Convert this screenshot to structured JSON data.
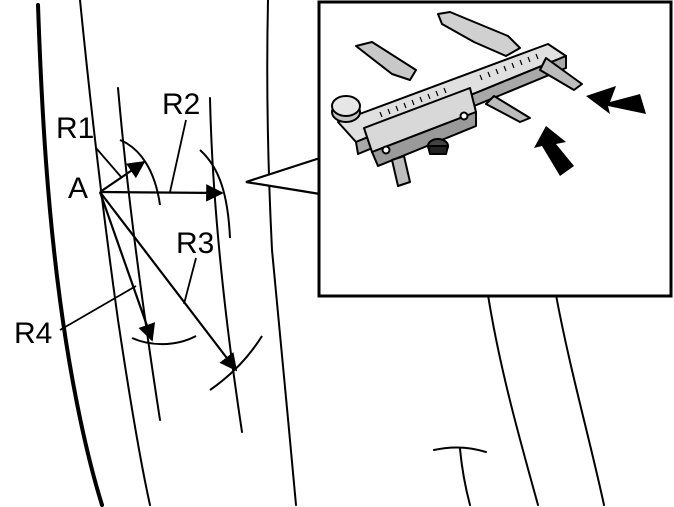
{
  "labels": {
    "point_a": "A",
    "r1": "R1",
    "r2": "R2",
    "r3": "R3",
    "r4": "R4"
  },
  "icons": {
    "inset": "vernier-caliper-icon",
    "pointer": "arrow-icon"
  }
}
